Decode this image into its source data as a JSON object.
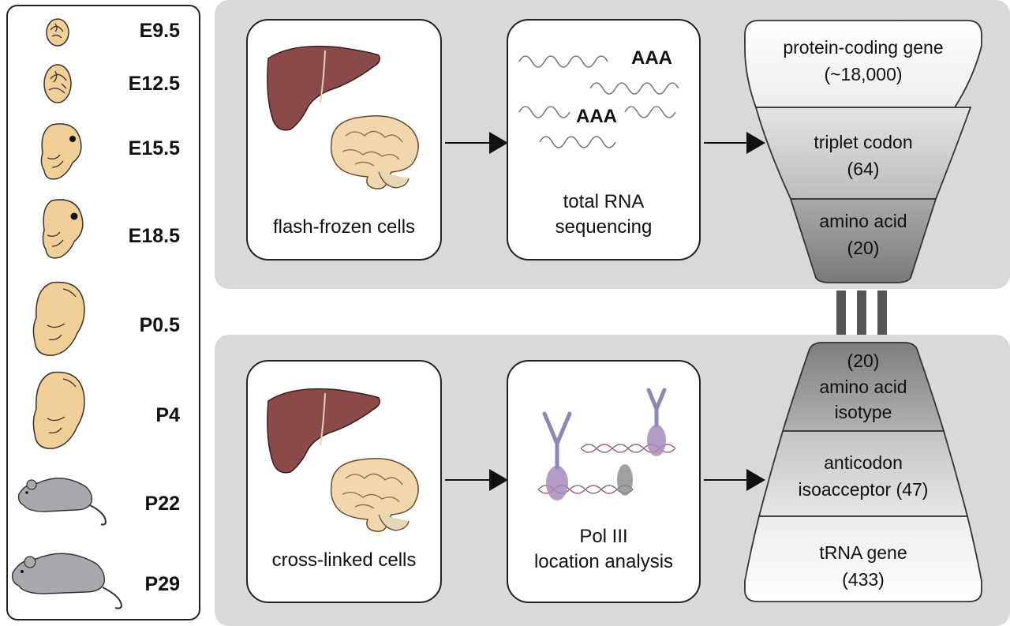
{
  "stages": [
    "E9.5",
    "E12.5",
    "E15.5",
    "E18.5",
    "P0.5",
    "P4",
    "P22",
    "P29"
  ],
  "top_row": {
    "sample_label": "flash-frozen cells",
    "assay_label_line1": "total RNA",
    "assay_label_line2": "sequencing",
    "poly_a_1": "AAA",
    "poly_a_2": "AAA",
    "funnel": [
      {
        "line1": "protein-coding gene",
        "line2": "(~18,000)"
      },
      {
        "line1": "triplet codon",
        "line2": "(64)"
      },
      {
        "line1": "amino acid",
        "line2": "(20)"
      }
    ]
  },
  "bottom_row": {
    "sample_label": "cross-linked cells",
    "assay_label_line1": "Pol III",
    "assay_label_line2": "location analysis",
    "funnel": [
      {
        "line1": "(20)",
        "line2": "amino acid",
        "line3": "isotype"
      },
      {
        "line1": "anticodon",
        "line2": "isoacceptor (47)"
      },
      {
        "line1": "tRNA gene",
        "line2": "(433)"
      }
    ]
  },
  "colors": {
    "band": "#d9d9d9",
    "embryo_fill": "#f3cf98",
    "mouse_fill": "#a7a9ac",
    "liver_fill": "#8b4a4a",
    "brain_fill": "#f1d7ad",
    "funnel_light": "#f4f4f4",
    "funnel_mid": "#c9c9c9",
    "funnel_dark": "#8f8f8f"
  }
}
